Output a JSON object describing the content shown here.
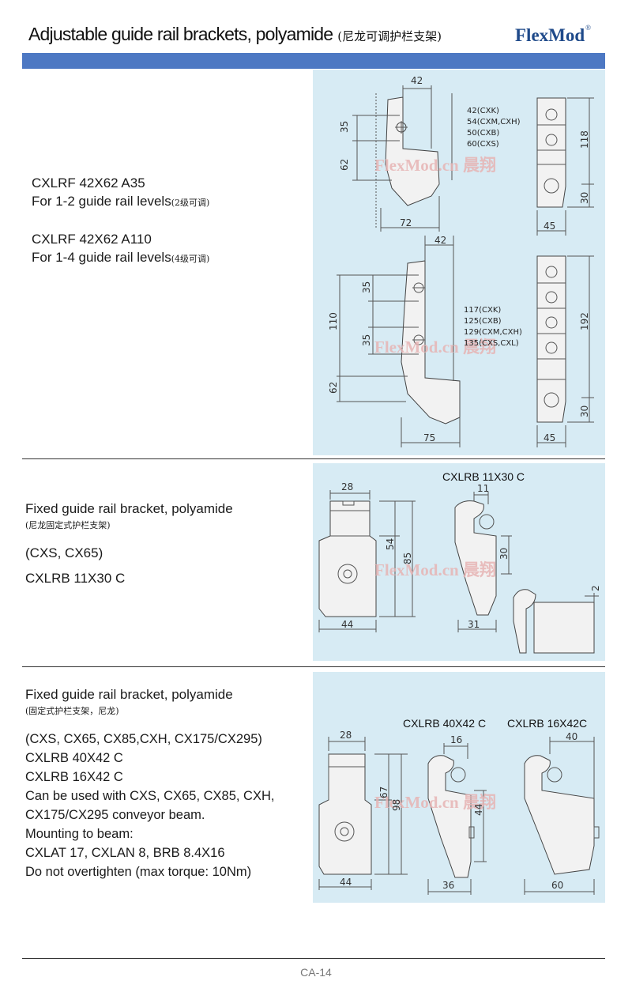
{
  "header": {
    "title": "Adjustable guide rail brackets, polyamide",
    "title_cn": "(尼龙可调护栏支架)",
    "logo": "FlexMod",
    "logo_mark": "®",
    "banner_color": "#4d78c3"
  },
  "section1": {
    "product_a_code": "CXLRF 42X62 A35",
    "product_a_desc": "For 1-2 guide rail levels",
    "product_a_desc_cn": "(2级可调)",
    "product_b_code": "CXLRF 42X62 A110",
    "product_b_desc": "For 1-4 guide rail levels",
    "product_b_desc_cn": "(4级可调)",
    "drawing_a": {
      "dims": [
        "42",
        "35",
        "62",
        "72",
        "118",
        "30",
        "45"
      ],
      "variants": [
        "42(CXK)",
        "54(CXM,CXH)",
        "50(CXB)",
        "60(CXS)"
      ]
    },
    "drawing_b": {
      "dims": [
        "42",
        "35",
        "35",
        "110",
        "62",
        "75",
        "192",
        "30",
        "45"
      ],
      "variants": [
        "117(CXK)",
        "125(CXB)",
        "129(CXM,CXH)",
        "135(CXS,CXL)"
      ]
    }
  },
  "section2": {
    "heading": "Fixed guide rail bracket, polyamide",
    "heading_cn": "(尼龙固定式护栏支架)",
    "compat": "(CXS, CX65)",
    "code": "CXLRB 11X30 C",
    "drawing": {
      "label": "CXLRB 11X30 C",
      "dims": [
        "28",
        "54",
        "85",
        "44",
        "11",
        "30",
        "31",
        "2"
      ]
    }
  },
  "section3": {
    "heading": "Fixed guide rail bracket, polyamide",
    "heading_cn": "(固定式护栏支架，尼龙)",
    "lines": [
      "(CXS, CX65, CX85,CXH, CX175/CX295)",
      "CXLRB 40X42 C",
      "CXLRB 16X42 C",
      "Can be used with CXS, CX65, CX85, CXH,",
      "CX175/CX295 conveyor beam.",
      "Mounting to beam:",
      "CXLAT 17, CXLAN 8, BRB 8.4X16",
      "Do not overtighten (max torque: 10Nm)"
    ],
    "drawing": {
      "label_a": "CXLRB 40X42 C",
      "label_b": "CXLRB 16X42C",
      "dims": [
        "28",
        "67",
        "98",
        "44",
        "16",
        "44",
        "36",
        "40",
        "60"
      ]
    }
  },
  "watermark": "FlexMod.cn 晨翔",
  "footer": {
    "page": "CA-14"
  }
}
